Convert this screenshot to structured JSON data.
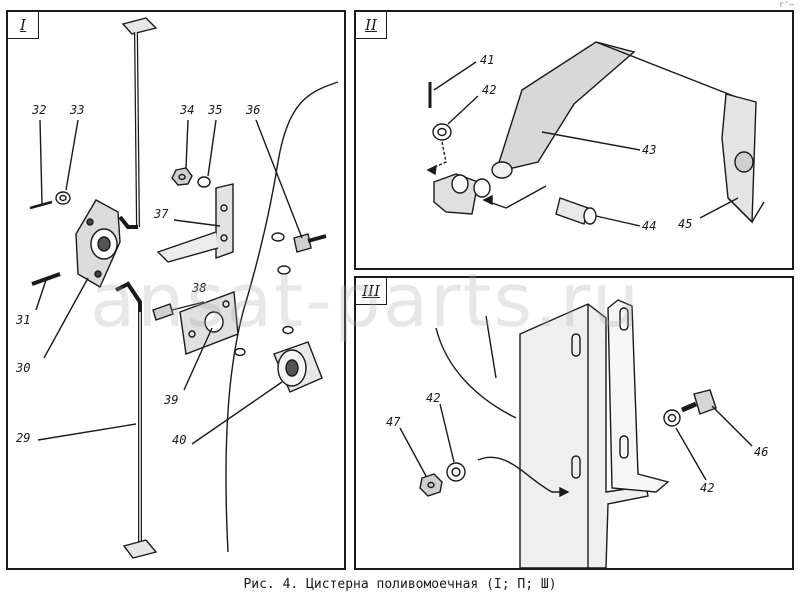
{
  "panels": [
    {
      "numeral": "I"
    },
    {
      "numeral": "II"
    },
    {
      "numeral": "III"
    }
  ],
  "labels": {
    "p1": [
      "32",
      "33",
      "34",
      "35",
      "36",
      "37",
      "31",
      "30",
      "38",
      "39",
      "40",
      "29"
    ],
    "p2": [
      "41",
      "42",
      "43",
      "44",
      "45"
    ],
    "p3": [
      "47",
      "42",
      "42",
      "46"
    ]
  },
  "caption": "Рис. 4. Цистерна поливомоечная (I; П; Ш)",
  "watermark": "ansat-parts.ru",
  "corner_mark": "г'—"
}
